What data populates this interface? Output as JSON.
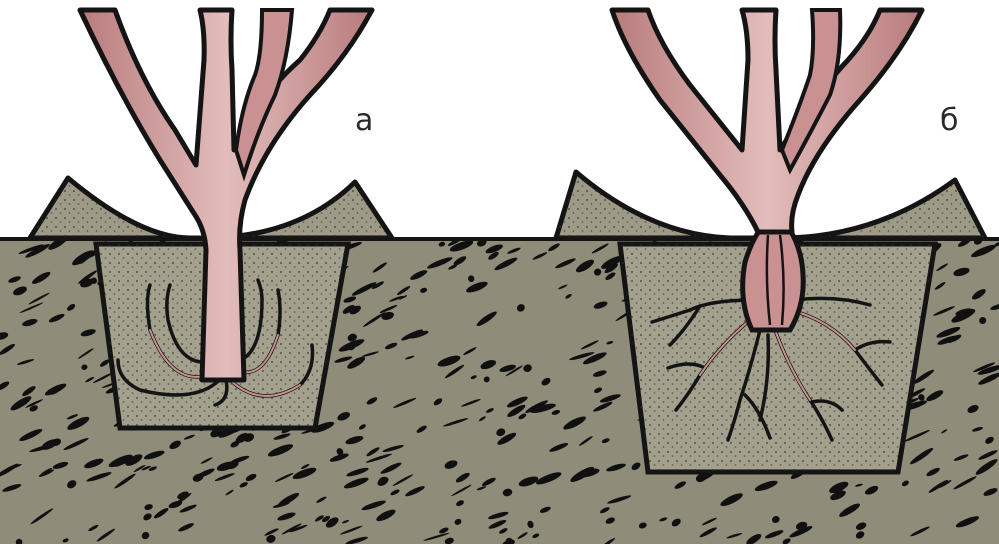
{
  "labels": {
    "left": "а",
    "right": "б"
  },
  "colors": {
    "soil": "#8f8c7a",
    "soil_spot": "#101010",
    "planting_fill": "#a3a08d",
    "mound_fill": "#9e9a87",
    "bark": "#c99192",
    "bark_highlight": "#e6c6c4",
    "outline": "#141414",
    "background": "#ffffff"
  },
  "panels": [
    {
      "id": "a",
      "description_key": "left"
    },
    {
      "id": "b",
      "description_key": "right"
    }
  ]
}
